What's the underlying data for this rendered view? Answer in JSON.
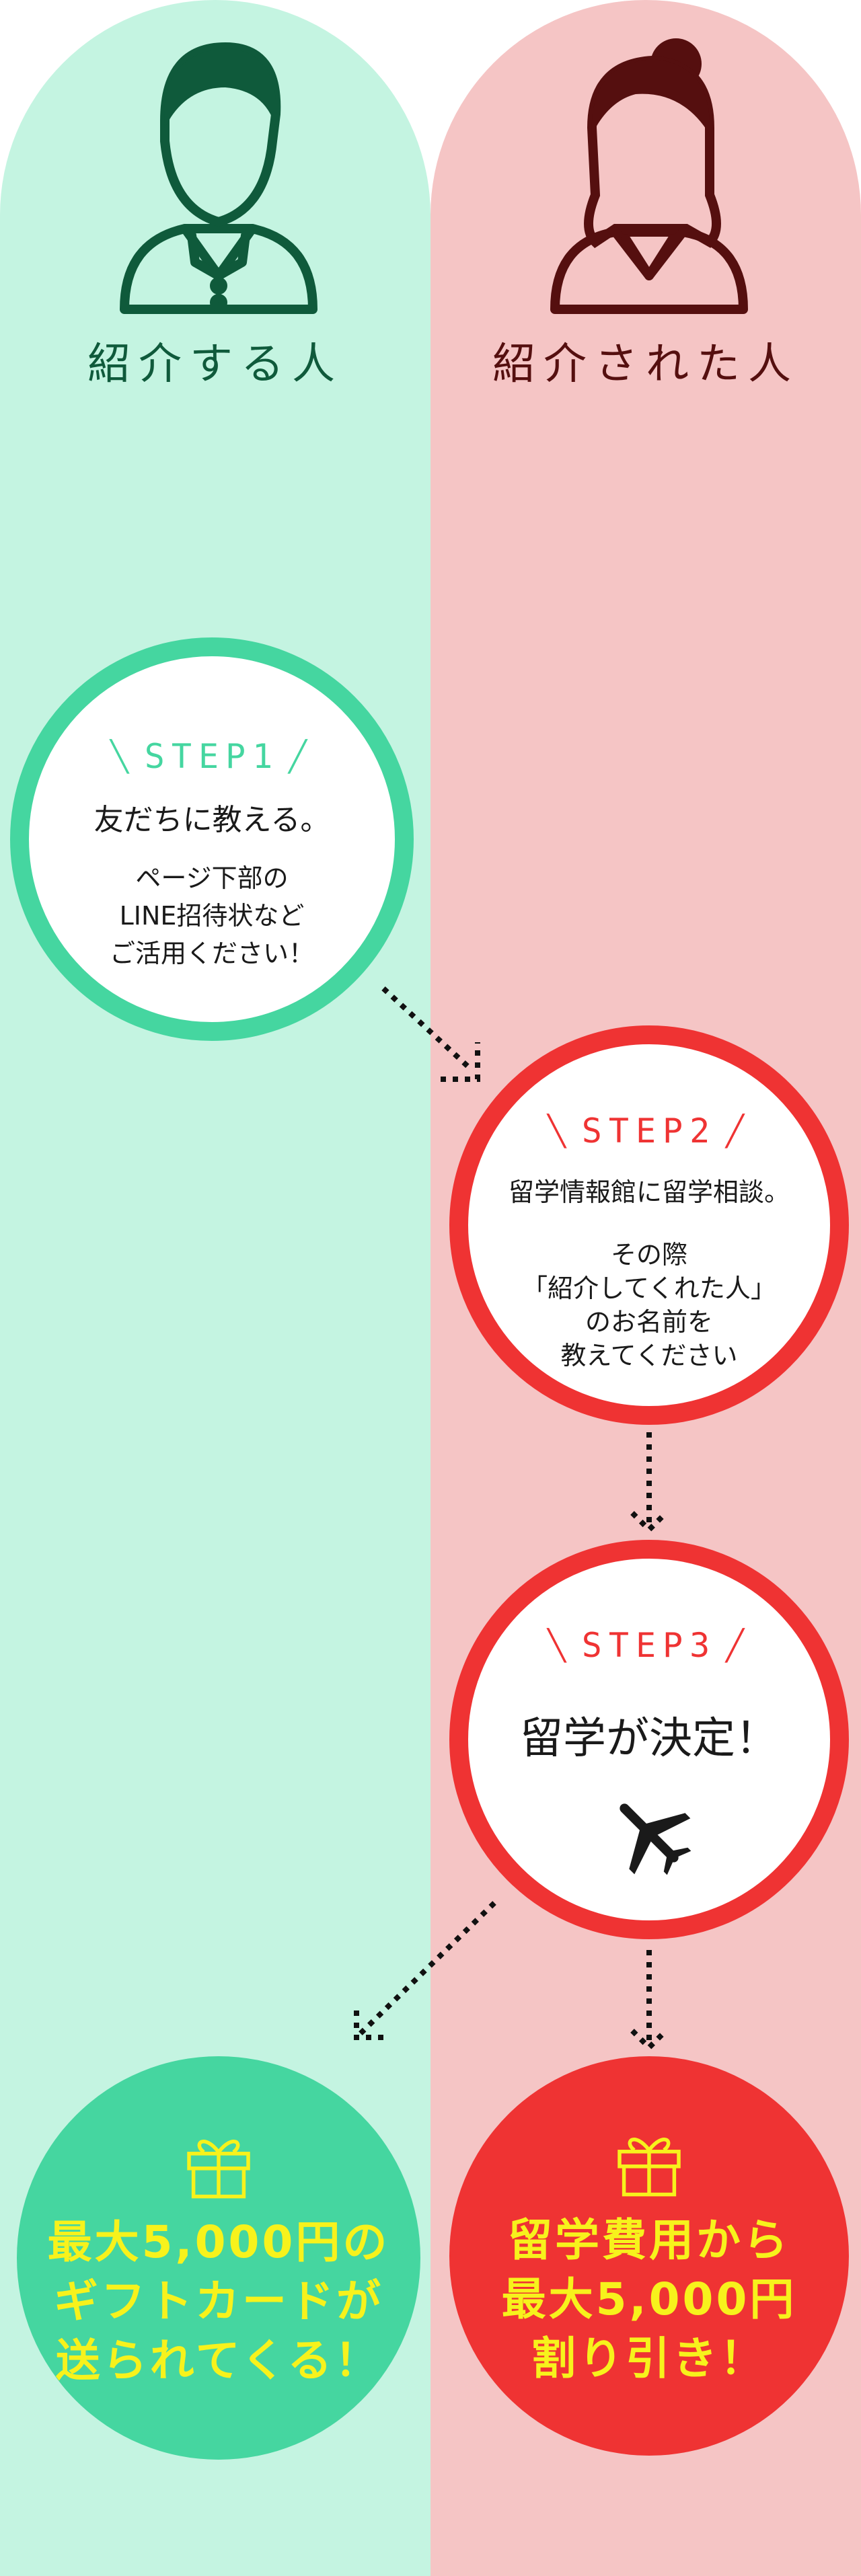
{
  "columns": {
    "referrer_title": "紹介する人",
    "referred_title": "紹介された人"
  },
  "steps": [
    {
      "label": "STEP1",
      "heading": "友だちに教える。",
      "body": "ページ下部の\nLINE招待状など\nご活用ください！"
    },
    {
      "label": "STEP2",
      "heading": "留学情報館に留学相談。",
      "body": "その際\n「紹介してくれた人」\nのお名前を\n教えてください"
    },
    {
      "label": "STEP3",
      "heading": "留学が決定！"
    }
  ],
  "rewards": {
    "referrer": "最大5,000円の\nギフトカードが\n送られてくる！",
    "referred": "留学費用から\n最大5,000円\n割り引き！"
  },
  "colors": {
    "green_bg": "#c4f4e1",
    "green_accent": "#45d6a0",
    "green_dark": "#0f5a3b",
    "red_bg": "#f5c5c5",
    "red_accent": "#ef3333",
    "red_dark": "#550f0f",
    "reward_text": "#f7f21c"
  },
  "icons": [
    "male-person-icon",
    "female-person-icon",
    "airplane-icon",
    "gift-icon"
  ]
}
